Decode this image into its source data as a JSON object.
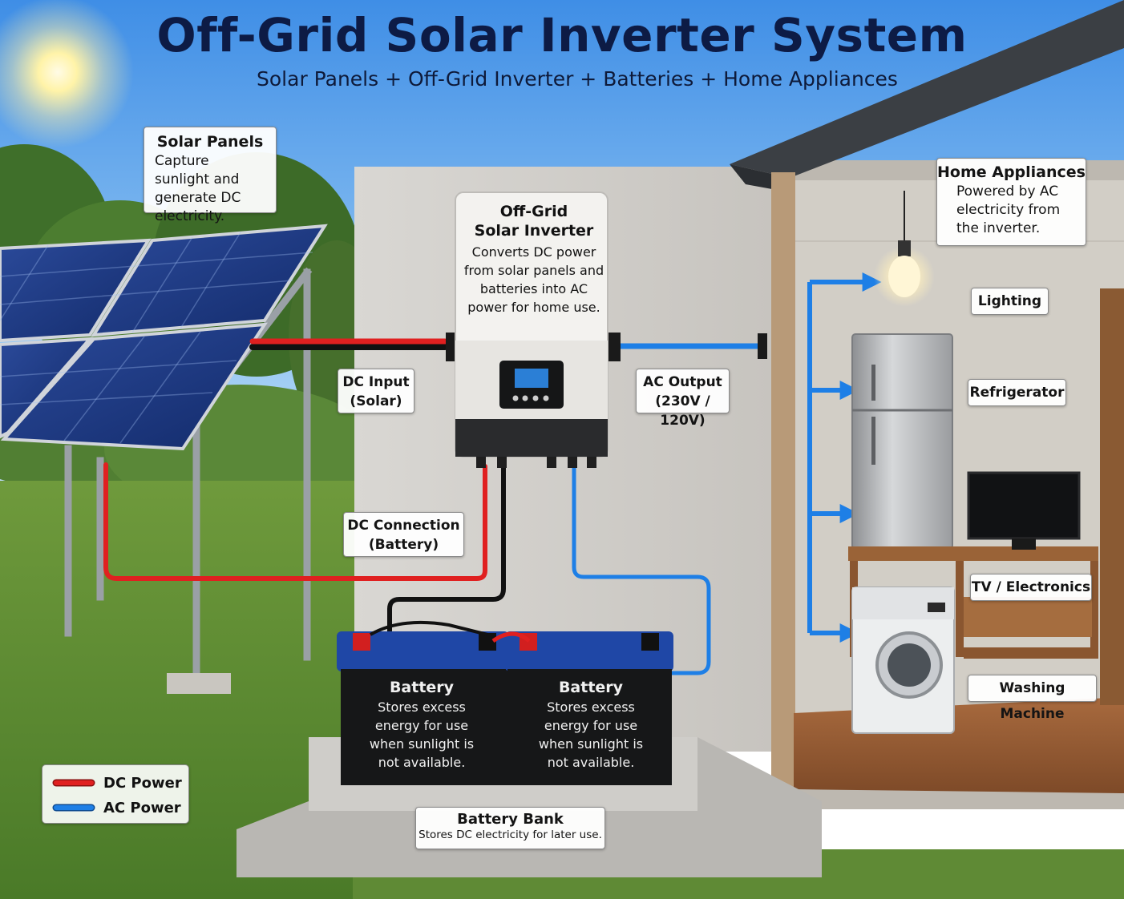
{
  "title": "Off-Grid Solar Inverter System",
  "subtitle": "Solar Panels + Off-Grid Inverter + Batteries + Home Appliances",
  "solar_panels": {
    "heading": "Solar Panels",
    "description": "Capture sunlight and generate DC electricity."
  },
  "inverter": {
    "heading_line1": "Off-Grid",
    "heading_line2": "Solar Inverter",
    "description": "Converts DC power from solar panels and batteries into AC power for home use."
  },
  "dc_input": {
    "line1": "DC Input",
    "line2": "(Solar)"
  },
  "ac_output": {
    "line1": "AC Output",
    "line2": "(230V / 120V)"
  },
  "dc_connection": {
    "line1": "DC Connection",
    "line2": "(Battery)"
  },
  "home_appliances": {
    "heading": "Home Appliances",
    "description": "Powered by AC electricity from the inverter."
  },
  "appliances": {
    "lighting": "Lighting",
    "refrigerator": "Refrigerator",
    "tv": "TV / Electronics",
    "washing_machine": "Washing Machine"
  },
  "batteries": [
    {
      "heading": "Battery",
      "description": "Stores excess energy for use when sunlight is not available."
    },
    {
      "heading": "Battery",
      "description": "Stores excess energy for use when sunlight is not available."
    }
  ],
  "battery_bank": {
    "heading": "Battery Bank",
    "description": "Stores DC electricity for later use."
  },
  "legend": {
    "dc_label": "DC Power",
    "ac_label": "AC Power",
    "dc_color": "#e02020",
    "ac_color": "#1e7fe6"
  }
}
